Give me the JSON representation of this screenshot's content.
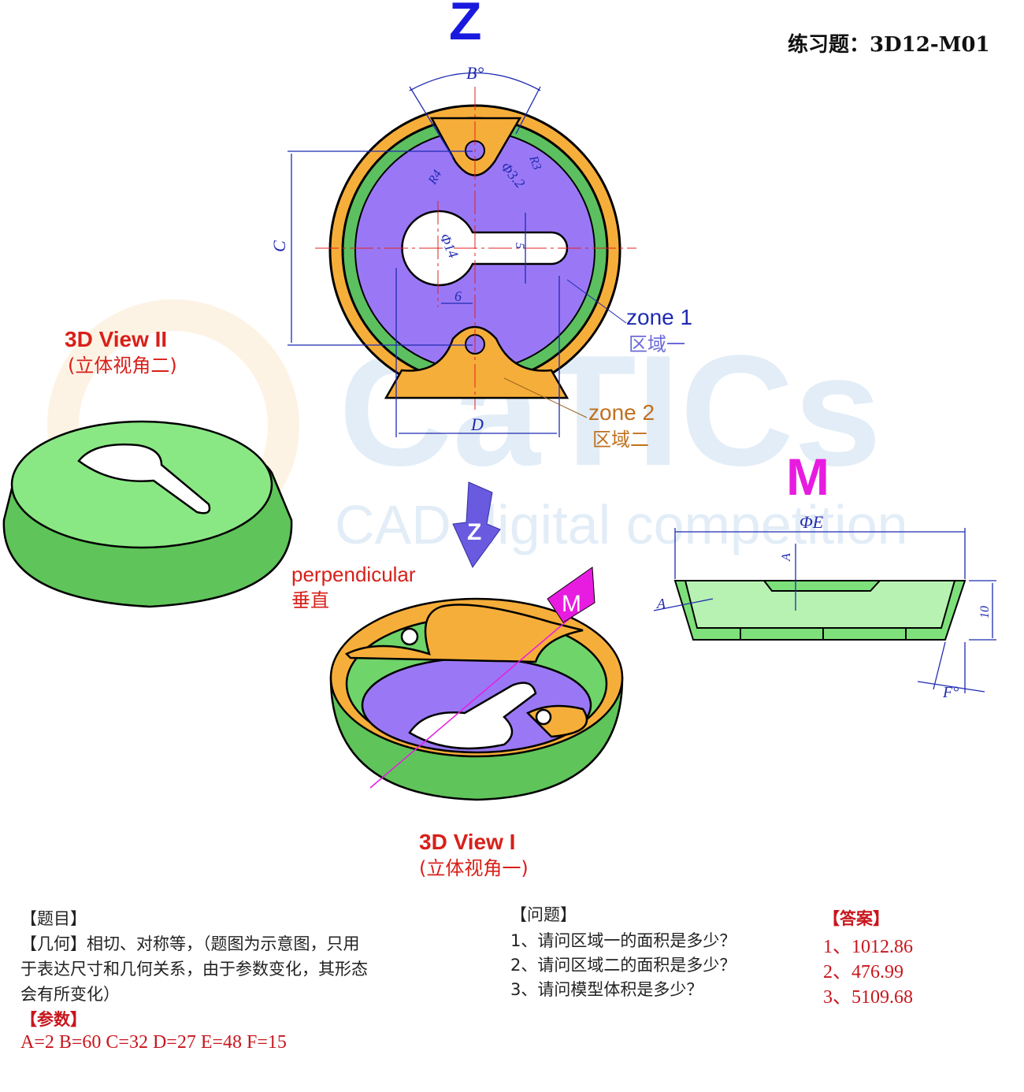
{
  "header": {
    "title": "练习题：3D12-M01"
  },
  "views": {
    "top_label": "Z",
    "section_label": "M",
    "view2_title": "3D View II",
    "view2_sub": "(立体视角二)",
    "view1_title": "3D View I",
    "view1_sub": "(立体视角一)",
    "arrow_label": "Z",
    "flag_label": "M"
  },
  "annotations": {
    "zone1": "zone 1",
    "zone1_cn": "区域一",
    "zone2": "zone 2",
    "zone2_cn": "区域二",
    "perpendicular": "perpendicular",
    "perpendicular_cn": "垂直"
  },
  "dimensions": {
    "B": "B°",
    "C": "C",
    "D": "D",
    "R4": "R4",
    "R3": "R3",
    "hole": "Φ3.2",
    "keyhole": "Φ14",
    "slot": "5",
    "offset": "6",
    "E": "ΦE",
    "A1": "A",
    "A2": "A",
    "height": "10",
    "F": "F°"
  },
  "watermark": {
    "brand": "CaTICs",
    "tagline": "CAD digital competition"
  },
  "problem": {
    "heading": "【题目】",
    "geometry": "【几何】相切、对称等，（题图为示意图，只用",
    "geometry2": "于表达尺寸和几何关系，由于参数变化，其形态",
    "geometry3": "会有所变化）",
    "params_heading": "【参数】",
    "params": "A=2 B=60 C=32 D=27 E=48 F=15"
  },
  "questions": {
    "heading": "【问题】",
    "items": [
      "1、请问区域一的面积是多少？",
      "2、请问区域二的面积是多少？",
      "3、请问模型体积是多少？"
    ]
  },
  "answers": {
    "heading": "【答案】",
    "items": [
      "1、1012.86",
      "2、476.99",
      "3、5109.68"
    ]
  },
  "colors": {
    "orange": "#f6ae3a",
    "purple": "#9a78f5",
    "green": "#7de07a",
    "dim": "#1f2bb0",
    "accent": "#1a1adf",
    "magenta": "#e81ce0"
  }
}
